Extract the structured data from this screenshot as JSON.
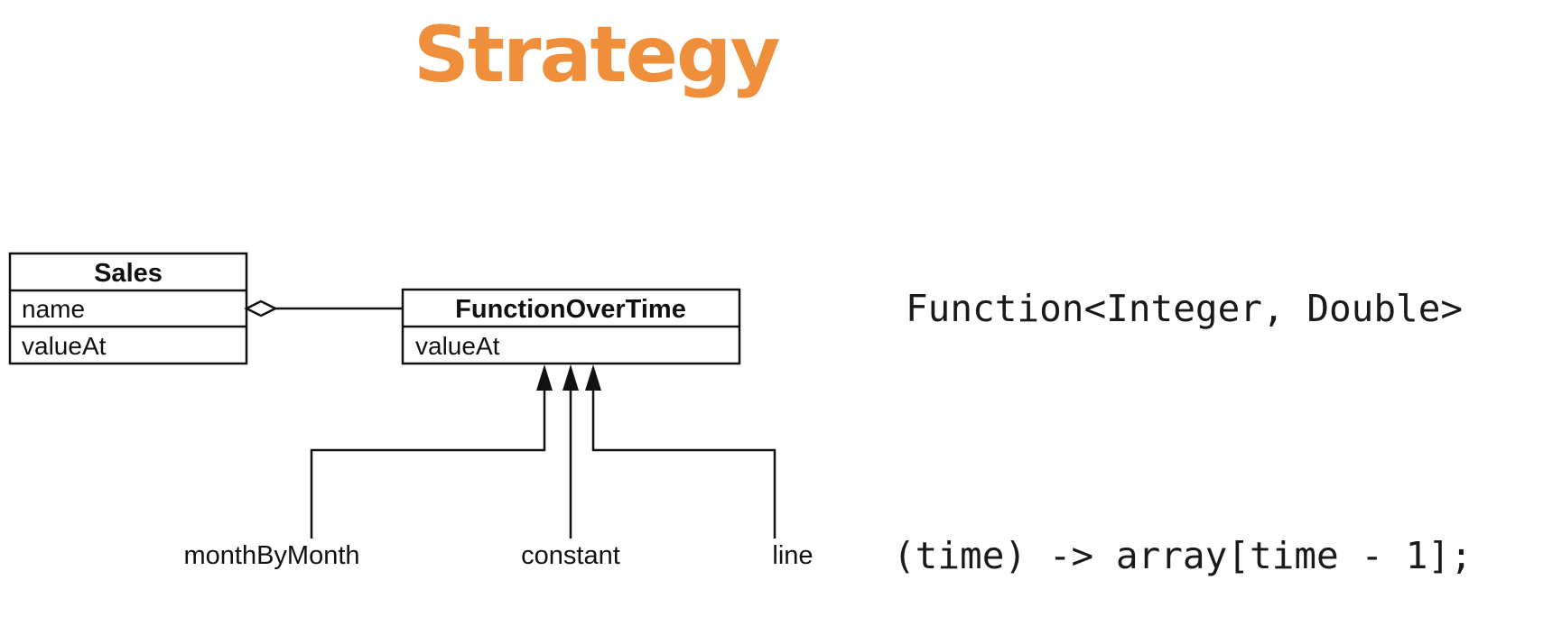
{
  "title": "Strategy",
  "colors": {
    "title": "#ef8e3b",
    "lines": "#111111",
    "text": "#111111"
  },
  "diagram": {
    "sales_class": {
      "name": "Sales",
      "attributes": [
        "name",
        "valueAt"
      ]
    },
    "function_class": {
      "name": "FunctionOverTime",
      "attributes": [
        "valueAt"
      ]
    },
    "relationship": "aggregation",
    "implementations": [
      "monthByMonth",
      "constant",
      "line"
    ]
  },
  "code": {
    "type_signature": "Function<Integer, Double>",
    "lambda": "(time) -> array[time - 1];"
  }
}
